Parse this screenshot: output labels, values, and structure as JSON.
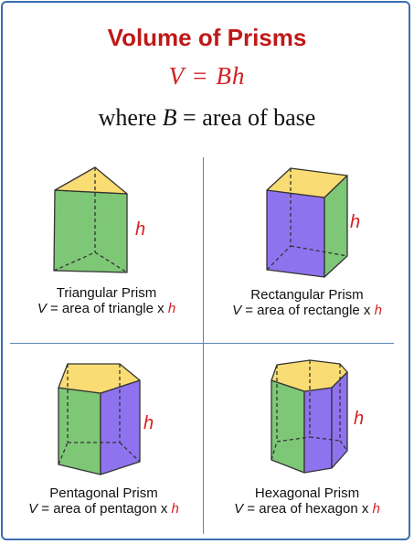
{
  "title": "Volume of Prisms",
  "formula": "V = Bh",
  "where_text": "where",
  "where_b": "B",
  "where_rest": " =  area of base",
  "height_symbol": "h",
  "prisms": [
    {
      "name": "Triangular Prism",
      "formula_prefix": "V = area of triangle x ",
      "formula_var": "h"
    },
    {
      "name": "Rectangular Prism",
      "formula_prefix": "V = area of rectangle x ",
      "formula_var": "h"
    },
    {
      "name": "Pentagonal Prism",
      "formula_prefix": "V = area of pentagon x ",
      "formula_var": "h"
    },
    {
      "name": "Hexagonal Prism",
      "formula_prefix": "V = area of hexagon x ",
      "formula_var": "h"
    }
  ],
  "colors": {
    "border": "#3a6fb0",
    "title": "#c01818",
    "accent": "#d42020",
    "top_face": "#f9dc73",
    "green_face": "#7ec776",
    "purple_face": "#8f73ee"
  }
}
